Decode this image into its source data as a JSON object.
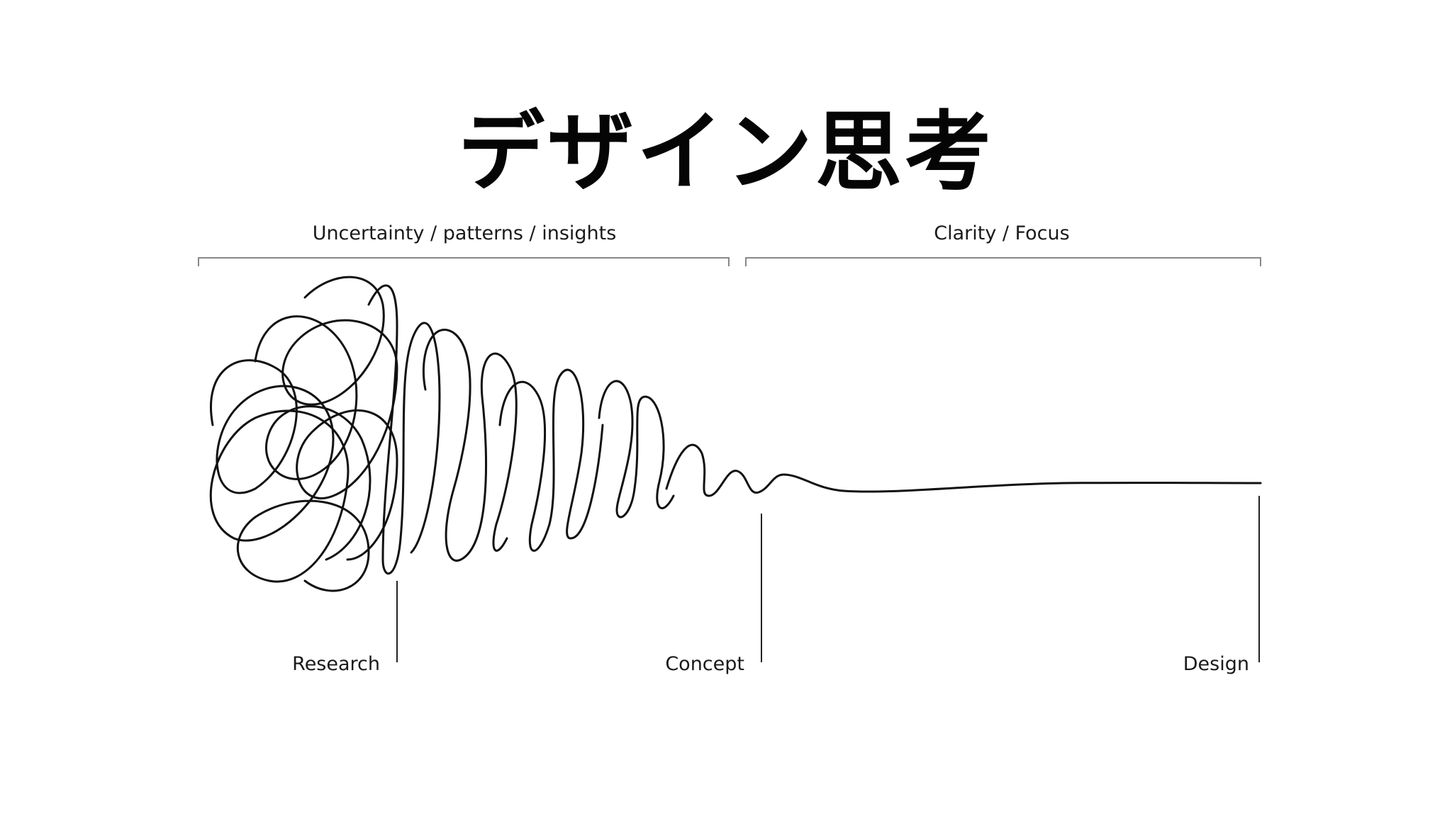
{
  "slide": {
    "title": "デザイン思考"
  },
  "diagram": {
    "phases": [
      {
        "label": "Uncertainty / patterns / insights"
      },
      {
        "label": "Clarity / Focus"
      }
    ],
    "milestones": [
      {
        "label": "Research"
      },
      {
        "label": "Concept"
      },
      {
        "label": "Design"
      }
    ],
    "colors": {
      "ink": "#111111",
      "bracket": "#888888",
      "text": "#1a1a1a",
      "background": "#ffffff"
    }
  }
}
